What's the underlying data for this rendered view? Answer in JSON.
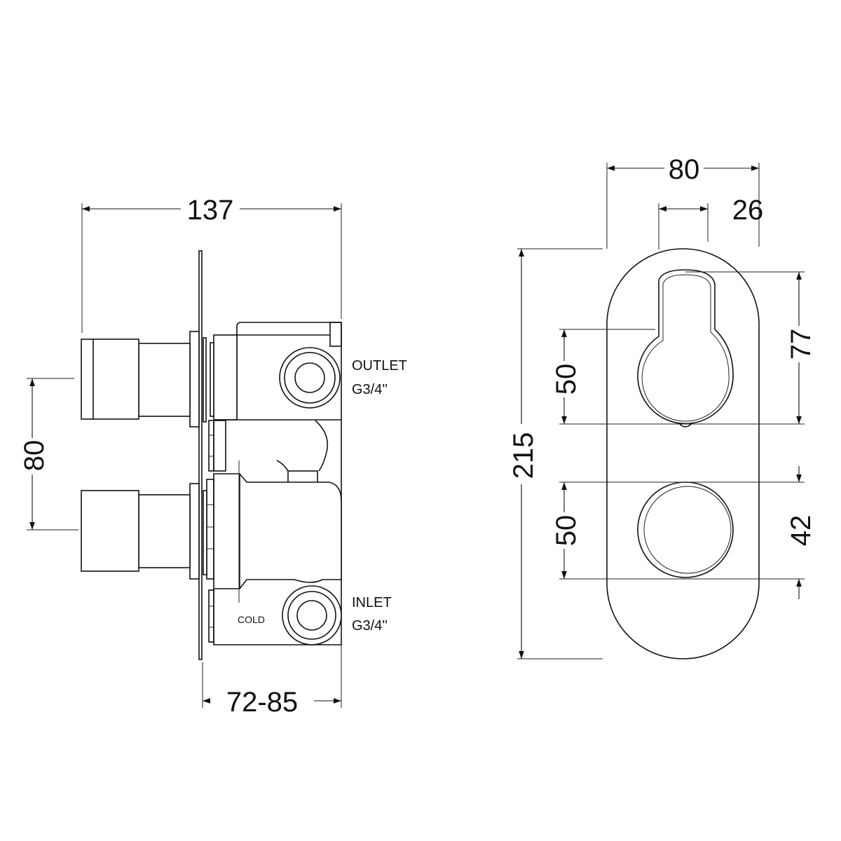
{
  "side_view": {
    "dim_width": "137",
    "dim_spindle_spacing": "80",
    "dim_depth": "72-85",
    "outlet_label": "OUTLET",
    "outlet_size": "G3/4''",
    "inlet_label": "INLET",
    "inlet_size": "G3/4''",
    "cold_label": "COLD"
  },
  "front_view": {
    "dim_plate_width": "80",
    "dim_offset": "26",
    "dim_plate_height": "215",
    "dim_upper_handle": "50",
    "dim_upper_lever": "77",
    "dim_lower_handle": "50",
    "dim_lower_knob": "42"
  }
}
